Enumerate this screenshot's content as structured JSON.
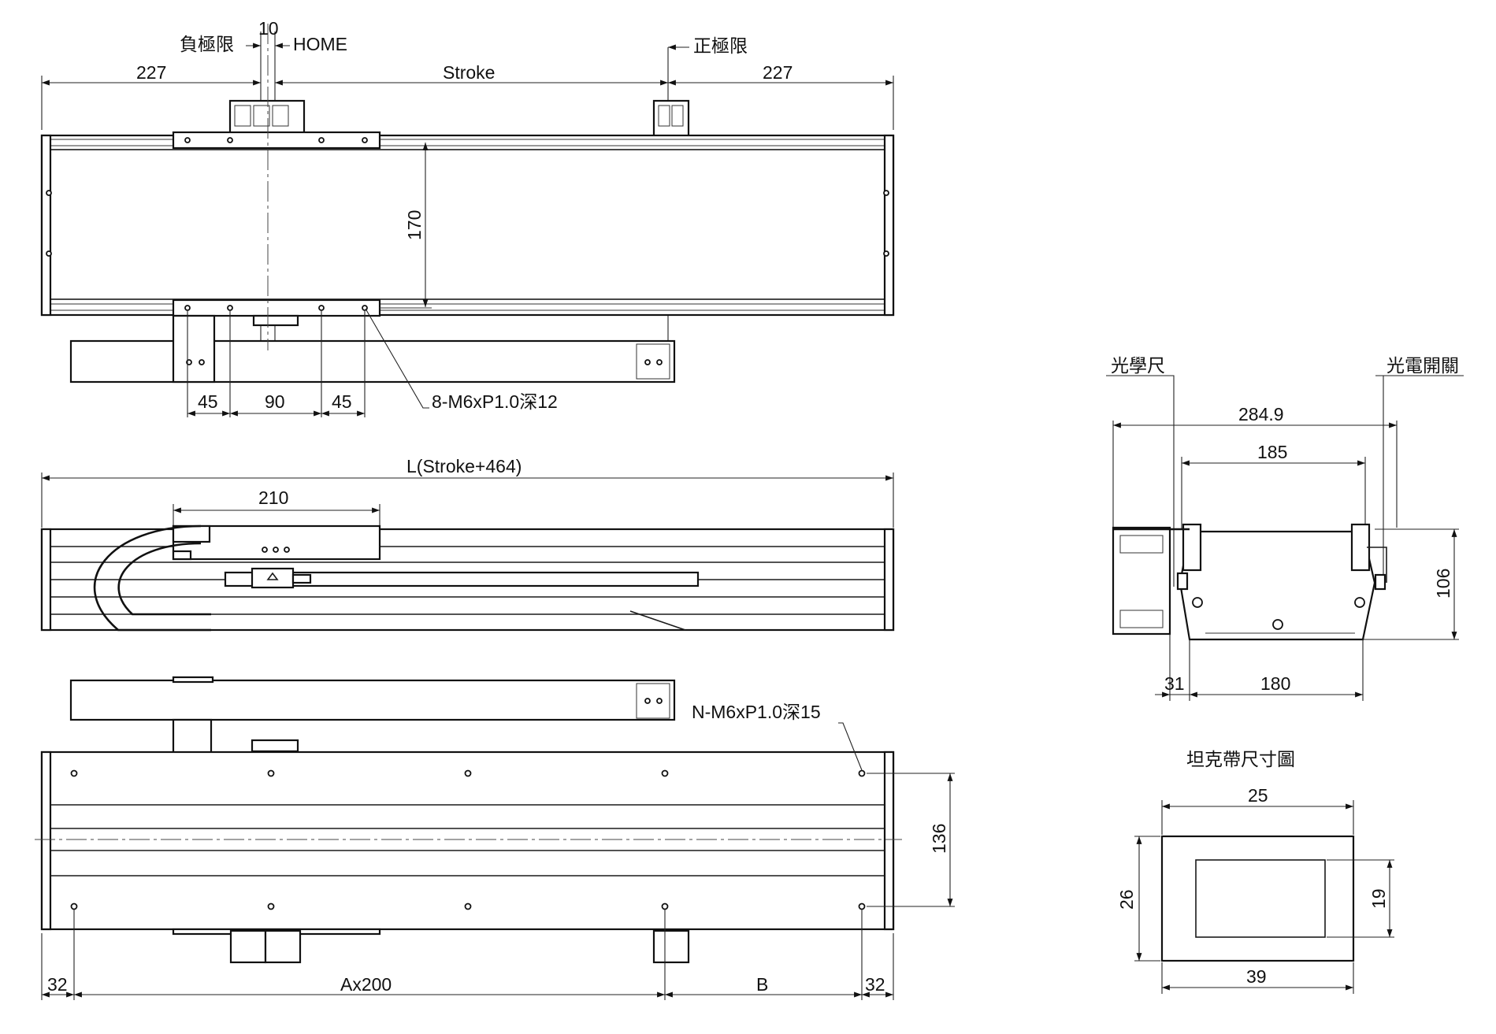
{
  "top_view": {
    "neg_limit": "負極限",
    "home": "HOME",
    "pos_limit": "正極限",
    "dim_home_offset": "10",
    "dim_left_end": "227",
    "dim_stroke": "Stroke",
    "dim_right_end": "227",
    "dim_height": "170",
    "dim_45_left": "45",
    "dim_90": "90",
    "dim_45_right": "45",
    "note_holes": "8-M6xP1.0深12"
  },
  "side_view": {
    "dim_length": "L(Stroke+464)",
    "dim_210": "210"
  },
  "bottom_view": {
    "note_holes": "N-M6xP1.0深15",
    "dim_136": "136",
    "dim_32_left": "32",
    "dim_ax200": "Ax200",
    "dim_b": "B",
    "dim_32_right": "32"
  },
  "end_view": {
    "label_scale": "光學尺",
    "label_sensor": "光電開關",
    "dim_284_9": "284.9",
    "dim_185": "185",
    "dim_106": "106",
    "dim_31": "31",
    "dim_180": "180"
  },
  "cable_chain": {
    "title": "坦克帶尺寸圖",
    "dim_25": "25",
    "dim_26": "26",
    "dim_19": "19",
    "dim_39": "39"
  }
}
